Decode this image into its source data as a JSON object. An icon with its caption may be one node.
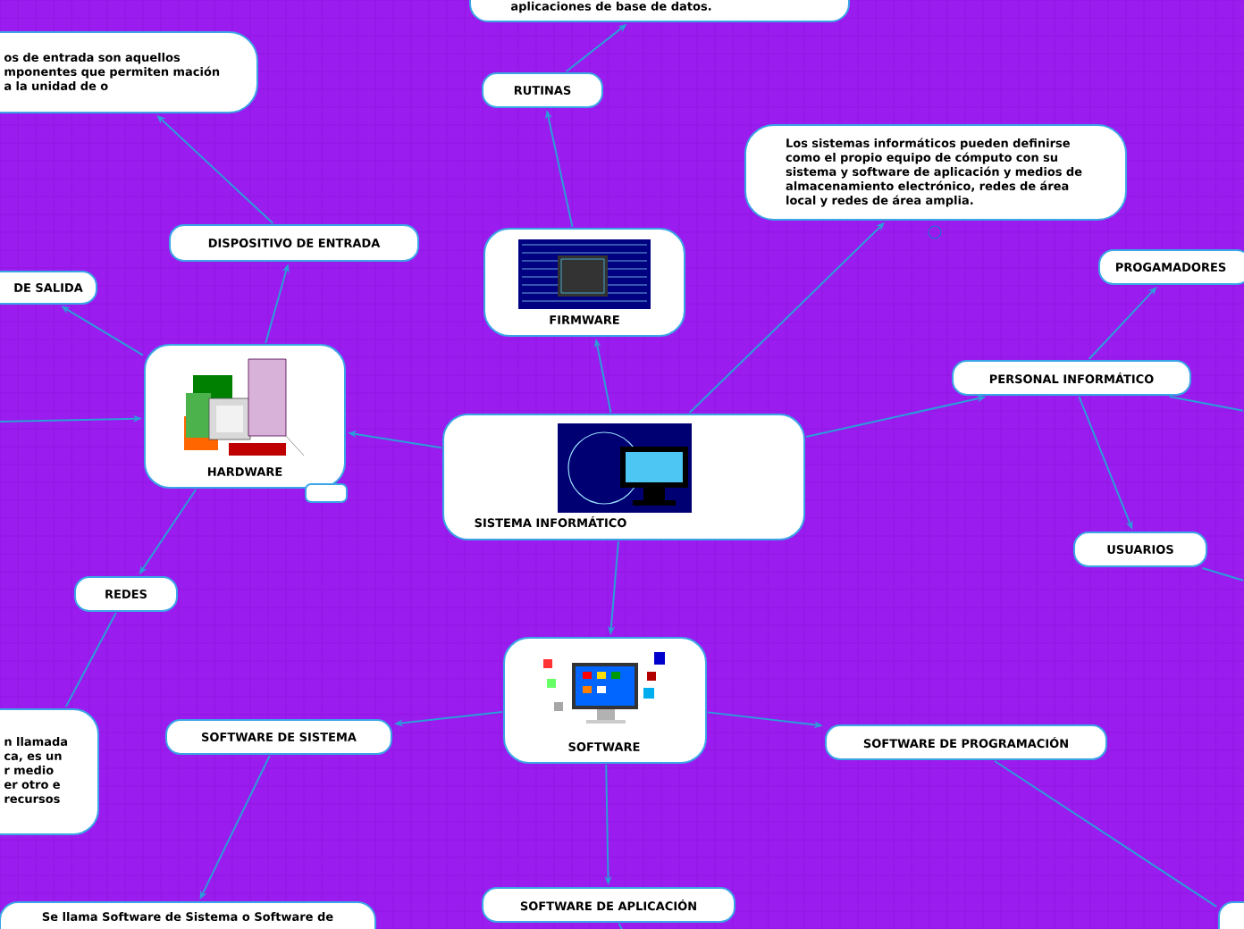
{
  "diagram": {
    "nodes": [
      {
        "text": [
          "SISTEMA INFORMÁTICO"
        ]
      },
      {
        "text": [
          "FIRMWARE"
        ]
      },
      {
        "text": [
          "RUTINAS"
        ]
      },
      {
        "text": [
          "aplicaciones de base de datos."
        ]
      },
      {
        "text": [
          "Los sistemas informáticos pueden definirse como el propio equipo de cómputo con su sistema y software de aplicación y medios de almacenamiento electrónico, redes de área local y redes de área amplia."
        ]
      },
      {
        "text": [
          "PERSONAL INFORMÁTICO"
        ]
      },
      {
        "text": [
          "PROGAMADORES"
        ]
      },
      {
        "text": [
          "USUARIOS"
        ]
      },
      {
        "text": [
          "HARDWARE"
        ]
      },
      {
        "text": [
          "DISPOSITIVO DE ENTRADA"
        ]
      },
      {
        "text": [
          "os de entrada son aquellos mponentes que permiten mación a la unidad de o"
        ]
      },
      {
        "text": [
          "DE SALIDA"
        ]
      },
      {
        "text": [
          "REDES"
        ]
      },
      {
        "text": [
          "n llamada ca, es un r medio er otro e recursos"
        ]
      },
      {
        "text": [
          "SOFTWARE"
        ]
      },
      {
        "text": [
          "SOFTWARE DE SISTEMA"
        ]
      },
      {
        "text": [
          "Se llama Software de Sistema o Software de"
        ]
      },
      {
        "text": [
          "SOFTWARE DE APLICACIÓN"
        ]
      },
      {
        "text": [
          "SOFTWARE DE PROGRAMACIÓN"
        ]
      },
      {
        "text": [],
        "shape": "box"
      },
      {
        "text": [],
        "shape": "box"
      }
    ],
    "edges": [
      {
        "from": 0,
        "to": 1,
        "arrow": "to"
      },
      {
        "from": 1,
        "to": 2,
        "arrow": "to"
      },
      {
        "from": 2,
        "to": 3,
        "arrow": "to"
      },
      {
        "from": 0,
        "to": 4,
        "arrow": "to"
      },
      {
        "from": 0,
        "to": 5,
        "arrow": "to"
      },
      {
        "from": 5,
        "to": 6,
        "arrow": "to"
      },
      {
        "from": 5,
        "to": 7,
        "arrow": "to"
      },
      {
        "from": 5,
        "to": null,
        "arrow": "none"
      },
      {
        "from": 7,
        "to": null,
        "arrow": "none"
      },
      {
        "from": 0,
        "to": 8,
        "arrow": "to"
      },
      {
        "from": 8,
        "to": 9,
        "arrow": "to"
      },
      {
        "from": 9,
        "to": 10,
        "arrow": "to"
      },
      {
        "from": 8,
        "to": 11,
        "arrow": "to"
      },
      {
        "from": null,
        "to": 8,
        "arrow": "to"
      },
      {
        "from": 8,
        "to": 12,
        "arrow": "to"
      },
      {
        "from": 12,
        "to": 13,
        "arrow": "none"
      },
      {
        "from": 0,
        "to": 14,
        "arrow": "to"
      },
      {
        "from": 14,
        "to": 15,
        "arrow": "to"
      },
      {
        "from": 15,
        "to": 16,
        "arrow": "to"
      },
      {
        "from": 14,
        "to": 17,
        "arrow": "to"
      },
      {
        "from": 14,
        "to": 18,
        "arrow": "to"
      },
      {
        "from": 18,
        "to": 20,
        "arrow": "none"
      },
      {
        "from": 17,
        "to": null,
        "arrow": "none"
      }
    ]
  }
}
